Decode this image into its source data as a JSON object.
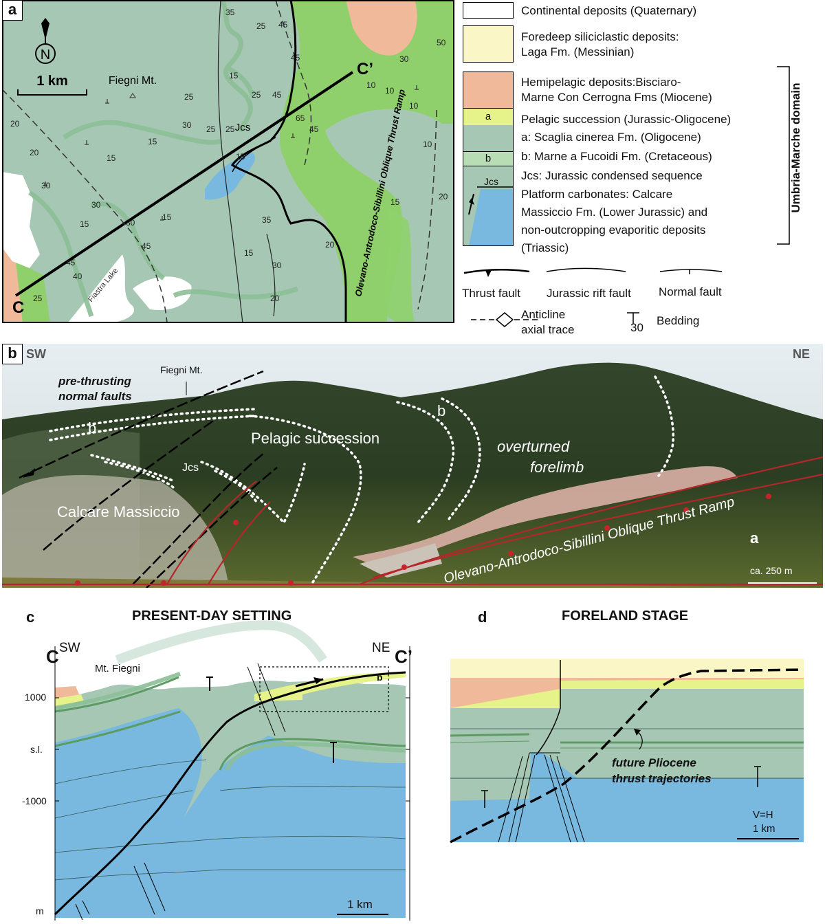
{
  "panel_a": {
    "label": "a",
    "scale_bar": "1 km",
    "north": "N",
    "peak_label": "Fiegni Mt.",
    "section_start": "C",
    "section_end": "C’",
    "lake_label": "Fiastra Lake",
    "jcs_label": "Jcs",
    "thrust_label": "Olevano-Antrodoco-Sibillini Oblique Thrust Ramp",
    "dips": [
      "35",
      "25",
      "45",
      "15",
      "25",
      "45",
      "25",
      "65",
      "45",
      "45",
      "30",
      "25",
      "25",
      "15",
      "20",
      "20",
      "15",
      "30",
      "15",
      "30",
      "15",
      "45",
      "30",
      "45",
      "40",
      "25",
      "35",
      "15",
      "30",
      "20",
      "15",
      "20",
      "10",
      "10",
      "10",
      "30",
      "50",
      "10",
      "15",
      "20"
    ]
  },
  "legend": {
    "items": [
      {
        "text": "Continental deposits (Quaternary)"
      },
      {
        "text": "Foredeep siliciclastic deposits:"
      },
      {
        "text": "Laga Fm. (Messinian)"
      },
      {
        "text": "Hemipelagic deposits:Bisciaro-"
      },
      {
        "text": "Marne Con Cerrogna Fms (Miocene)"
      },
      {
        "text": "Pelagic succession (Jurassic-Oligocene)"
      },
      {
        "text": "a: Scaglia cinerea Fm. (Oligocene)"
      },
      {
        "text": "b: Marne a Fucoidi Fm. (Cretaceous)"
      },
      {
        "text": "Jcs: Jurassic condensed sequence"
      },
      {
        "text": "Platform carbonates: Calcare"
      },
      {
        "text": "Massiccio Fm. (Lower Jurassic) and"
      },
      {
        "text": "non-outcropping evaporitic deposits"
      },
      {
        "text": "(Triassic)"
      }
    ],
    "swatch_a": "a",
    "swatch_b": "b",
    "swatch_jcs": "Jcs",
    "domain_label": "Umbria-Marche domain",
    "symbols": {
      "thrust": "Thrust fault",
      "rift": "Jurassic rift fault",
      "normal": "Normal fault",
      "anticline_1": "Anticline",
      "anticline_2": "axial trace",
      "bedding_value": "30",
      "bedding": "Bedding"
    },
    "colors": {
      "continental": "#ffffff",
      "foredeep": "#fbf6c6",
      "hemipelagic": "#f0b99a",
      "scaglia": "#e6f28a",
      "pelagic": "#a7c7b5",
      "marne": "#b8dcb4",
      "platform": "#79b9df",
      "green_unit": "#8fd06c"
    }
  },
  "panel_b": {
    "label": "b",
    "sw": "SW",
    "ne": "NE",
    "peak": "Fiegni Mt.",
    "faults_1": "pre-thrusting",
    "faults_2": "normal faults",
    "b_left": "b",
    "b_right": "b",
    "pelagic": "Pelagic succession",
    "overturned_1": "overturned",
    "overturned_2": "forelimb",
    "jcs": "Jcs",
    "calcare": "Calcare Massiccio",
    "thrust": "Olevano-Antrodoco-Sibillini Oblique Thrust Ramp",
    "a": "a",
    "scale": "ca. 250 m"
  },
  "panel_c": {
    "label": "c",
    "title": "PRESENT-DAY SETTING",
    "c_left": "C",
    "c_right": "C’",
    "sw": "SW",
    "ne": "NE",
    "peak": "Mt. Fiegni",
    "y_1000": "1000",
    "y_sl": "s.l.",
    "y_m1000": "-1000",
    "y_m": "m",
    "box_label": "b",
    "scale": "1 km"
  },
  "panel_d": {
    "label": "d",
    "title": "FORELAND STAGE",
    "future_1": "future Pliocene",
    "future_2": "thrust trajectories",
    "vh": "V=H",
    "scale": "1 km"
  }
}
